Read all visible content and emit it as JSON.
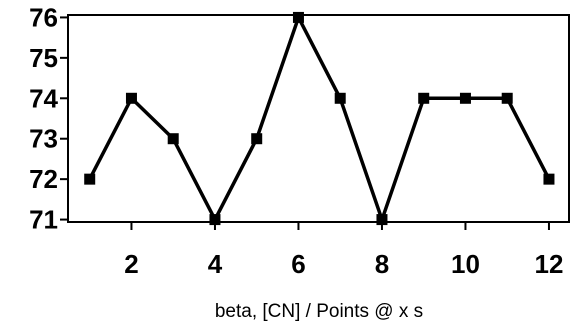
{
  "chart_data": {
    "type": "line",
    "title": "",
    "xlabel": "beta, [CN] / Points @ x s",
    "ylabel": "",
    "x": [
      1,
      2,
      3,
      4,
      5,
      6,
      7,
      8,
      9,
      10,
      11,
      12
    ],
    "series": [
      {
        "values": [
          72,
          74,
          73,
          71,
          73,
          76,
          74,
          71,
          74,
          74,
          74,
          72
        ]
      }
    ],
    "xticks": [
      "2",
      "4",
      "6",
      "8",
      "10",
      "12"
    ],
    "yticks": [
      "71",
      "72",
      "73",
      "74",
      "75",
      "76"
    ],
    "xlim": [
      0.48,
      12.48
    ],
    "ylim": [
      70.94,
      76.06
    ],
    "grid": false,
    "line_color": "#000000",
    "marker": "square"
  }
}
